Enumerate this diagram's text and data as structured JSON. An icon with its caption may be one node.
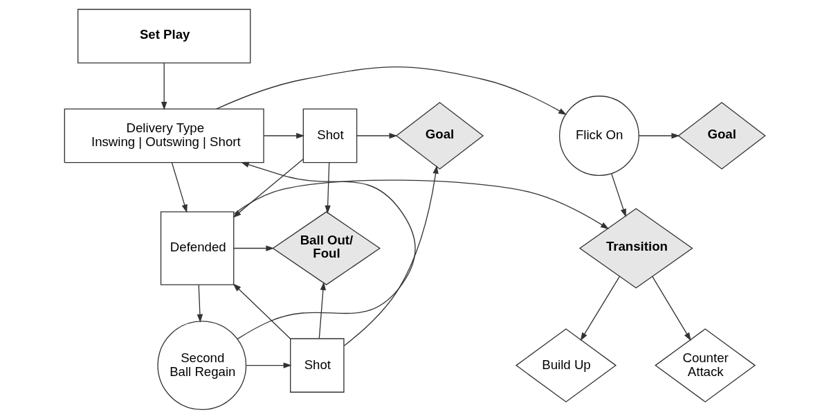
{
  "diagram": {
    "nodes": [
      {
        "text": [
          "Set Play"
        ]
      },
      {
        "text": [
          "Delivery Type",
          "Inswing | Outswing | Short"
        ]
      },
      {
        "text": [
          "Goal"
        ]
      },
      {
        "text": [
          "Shot"
        ]
      },
      {
        "text": [
          "Flick On"
        ]
      },
      {
        "text": [
          "Goal"
        ]
      },
      {
        "text": [
          "Ball Out/ Foul"
        ]
      },
      {
        "text": [
          "Defended"
        ]
      },
      {
        "text": [
          "Transition"
        ]
      },
      {
        "text": [
          "Counter Attack"
        ]
      },
      {
        "text": [
          "Build Up"
        ]
      },
      {
        "text": [
          "Shot"
        ]
      },
      {
        "text": [
          "Second Ball Regain"
        ]
      }
    ],
    "edges": [
      {
        "from": 0,
        "to": 1,
        "arrow": "to"
      },
      {
        "from": 1,
        "to": 3,
        "arrow": "to"
      },
      {
        "from": 3,
        "to": 2,
        "arrow": "to"
      },
      {
        "from": 1,
        "to": 4,
        "arrow": "to"
      },
      {
        "from": 4,
        "to": 5,
        "arrow": "to"
      },
      {
        "from": 1,
        "to": 7,
        "arrow": "to"
      },
      {
        "from": 3,
        "to": 6,
        "arrow": "to"
      },
      {
        "from": 3,
        "to": 7,
        "arrow": "to"
      },
      {
        "from": 7,
        "to": 6,
        "arrow": "to"
      },
      {
        "from": 7,
        "to": 8,
        "arrow": "to"
      },
      {
        "from": 4,
        "to": 8,
        "arrow": "to"
      },
      {
        "from": 8,
        "to": 9,
        "arrow": "to"
      },
      {
        "from": 8,
        "to": 10,
        "arrow": "to"
      },
      {
        "from": 7,
        "to": 12,
        "arrow": "to"
      },
      {
        "from": 12,
        "to": 11,
        "arrow": "to"
      },
      {
        "from": 11,
        "to": 6,
        "arrow": "to"
      },
      {
        "from": 11,
        "to": 7,
        "arrow": "to"
      },
      {
        "from": 11,
        "to": 2,
        "arrow": "to"
      },
      {
        "from": 12,
        "to": 1,
        "arrow": "to"
      }
    ]
  }
}
